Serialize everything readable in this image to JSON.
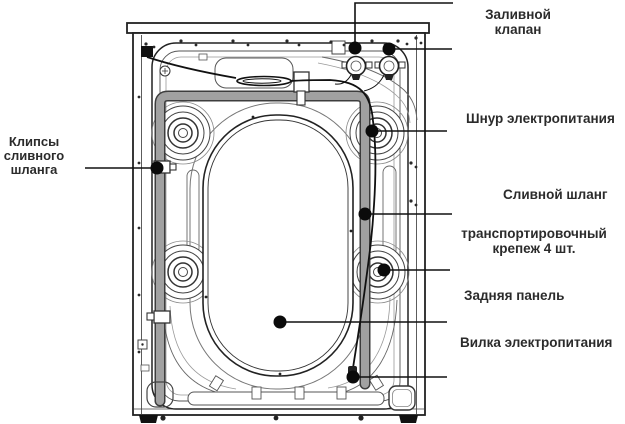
{
  "figure": {
    "subject": "Washing machine rear view technical diagram",
    "background": "#ffffff",
    "line_color": "#222222",
    "hose_color": "#a1a1a1",
    "label_color": "#2b2b2b"
  },
  "callouts": {
    "fill_valve": {
      "label": "Заливной\nклапан"
    },
    "power_cord": {
      "label": "Шнур электропитания"
    },
    "drain_hose": {
      "label": "Сливной шланг"
    },
    "transport_bolts": {
      "label": "транспортировочный\nкрепеж 4 шт."
    },
    "back_panel": {
      "label": "Задняя панель"
    },
    "power_plug": {
      "label": "Вилка электропитания"
    },
    "hose_clips": {
      "label": "Клипсы\nсливного\nшланга"
    }
  }
}
